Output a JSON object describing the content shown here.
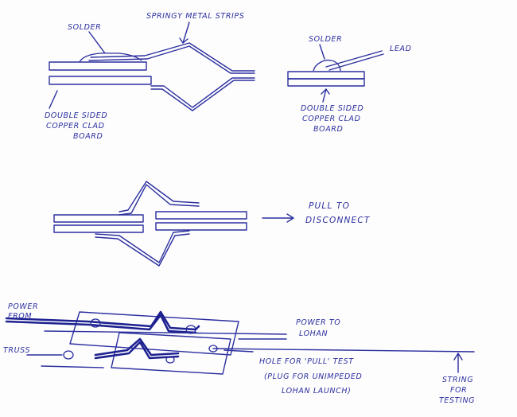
{
  "colors": {
    "ink": "#2b2f9e",
    "paper": "#fdfdfe"
  },
  "fig1": {
    "solder": "SOLDER",
    "strips": "SPRINGY METAL STRIPS",
    "board": [
      "DOUBLE SIDED",
      "COPPER CLAD",
      "BOARD"
    ]
  },
  "fig2": {
    "solder": "SOLDER",
    "lead": "LEAD",
    "board": [
      "DOUBLE SIDED",
      "COPPER CLAD",
      "BOARD"
    ]
  },
  "fig3": {
    "pull": [
      "PULL TO",
      "DISCONNECT"
    ]
  },
  "fig4": {
    "power_from": [
      "POWER",
      "FROM"
    ],
    "truss": "TRUSS",
    "power_to": [
      "POWER TO",
      "LOHAN"
    ],
    "hole": "HOLE FOR 'PULL' TEST",
    "plug": [
      "(PLUG FOR UNIMPEDED",
      "LOHAN LAUNCH)"
    ],
    "string": [
      "STRING",
      "FOR",
      "TESTING"
    ]
  }
}
